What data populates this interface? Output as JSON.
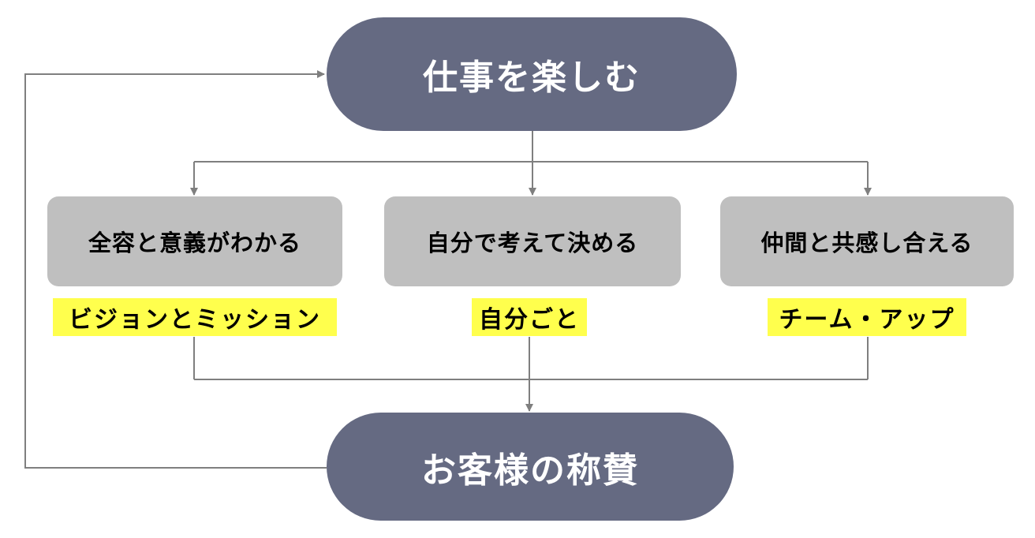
{
  "diagram": {
    "top_node": {
      "label": "仕事を楽しむ"
    },
    "bottom_node": {
      "label": "お客様の称賛"
    },
    "middle_nodes": [
      {
        "label": "全容と意義がわかる",
        "tag": "ビジョンとミッション"
      },
      {
        "label": "自分で考えて決める",
        "tag": "自分ごと"
      },
      {
        "label": "仲間と共感し合える",
        "tag": "チーム・アップ"
      }
    ]
  },
  "colors": {
    "pill": "#656a82",
    "box": "#bfbfbf",
    "tag_highlight": "#ffff4d",
    "connector": "#7f7f7f"
  }
}
